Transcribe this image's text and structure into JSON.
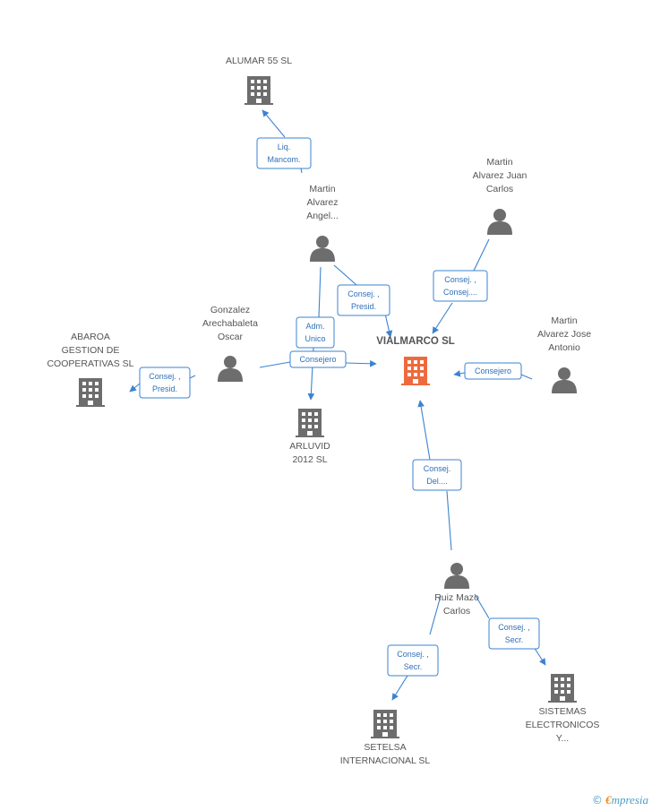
{
  "colors": {
    "edge": "#3b83d0",
    "node": "#6d6d6d",
    "highlight": "#ee6a3c",
    "label": "#555555"
  },
  "nodes": [
    {
      "id": "vialmarco",
      "kind": "company",
      "highlight": true,
      "label": [
        "VIALMARCO SL"
      ]
    },
    {
      "id": "alumar",
      "kind": "company",
      "label": [
        "ALUMAR 55 SL"
      ]
    },
    {
      "id": "abaroa",
      "kind": "company",
      "label": [
        "ABAROA",
        "GESTION DE",
        "COOPERATIVAS SL"
      ]
    },
    {
      "id": "arluvid",
      "kind": "company",
      "label": [
        "ARLUVID",
        "2012 SL"
      ]
    },
    {
      "id": "setelsa",
      "kind": "company",
      "label": [
        "SETELSA",
        "INTERNACIONAL SL"
      ]
    },
    {
      "id": "sistemas",
      "kind": "company",
      "label": [
        "SISTEMAS",
        "ELECTRONICOS",
        "Y..."
      ]
    },
    {
      "id": "m_angel",
      "kind": "person",
      "label": [
        "Martin",
        "Alvarez",
        "Angel..."
      ]
    },
    {
      "id": "m_juan",
      "kind": "person",
      "label": [
        "Martin",
        "Alvarez Juan",
        "Carlos"
      ]
    },
    {
      "id": "m_jose",
      "kind": "person",
      "label": [
        "Martin",
        "Alvarez Jose",
        "Antonio"
      ]
    },
    {
      "id": "gonzalez",
      "kind": "person",
      "label": [
        "Gonzalez",
        "Arechabaleta",
        "Oscar"
      ]
    },
    {
      "id": "ruiz",
      "kind": "person",
      "label": [
        "Ruiz Mazo",
        "Carlos"
      ]
    }
  ],
  "relations": [
    {
      "from": "m_angel",
      "to": "alumar",
      "label": [
        "Liq.",
        "Mancom."
      ]
    },
    {
      "from": "m_angel",
      "to": "vialmarco",
      "label": [
        "Consej. ,",
        "Presid."
      ]
    },
    {
      "from": "m_angel",
      "to": "arluvid",
      "label": [
        "Adm.",
        "Unico"
      ]
    },
    {
      "from": "m_juan",
      "to": "vialmarco",
      "label": [
        "Consej. ,",
        "Consej...."
      ]
    },
    {
      "from": "gonzalez",
      "to": "vialmarco",
      "label": [
        "Consejero"
      ]
    },
    {
      "from": "gonzalez",
      "to": "abaroa",
      "label": [
        "Consej. ,",
        "Presid."
      ]
    },
    {
      "from": "m_jose",
      "to": "vialmarco",
      "label": [
        "Consejero"
      ]
    },
    {
      "from": "ruiz",
      "to": "vialmarco",
      "label": [
        "Consej.",
        "Del...."
      ]
    },
    {
      "from": "ruiz",
      "to": "setelsa",
      "label": [
        "Consej. ,",
        "Secr."
      ]
    },
    {
      "from": "ruiz",
      "to": "sistemas",
      "label": [
        "Consej. ,",
        "Secr."
      ]
    }
  ],
  "footer": {
    "copyright": "©",
    "brand_initial": "€",
    "brand_rest": "mpresia"
  }
}
